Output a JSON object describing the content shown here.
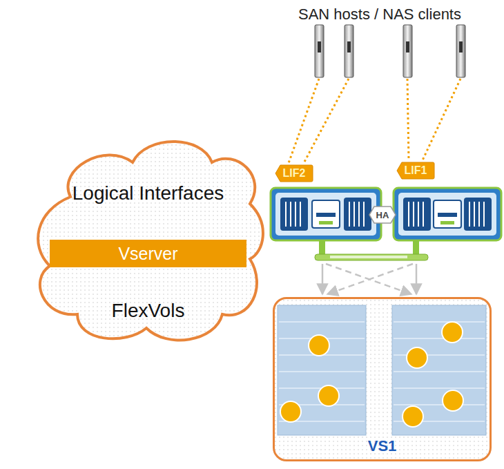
{
  "diagram": {
    "nodes": [
      {
        "text": [
          "Logical Interfaces",
          "FlexVols"
        ]
      },
      {
        "text": [
          "Vserver"
        ],
        "in": 0
      },
      {
        "text": [
          "LIF2"
        ]
      },
      {
        "text": [
          "LIF1"
        ]
      },
      {
        "text": [
          "HA"
        ]
      },
      {
        "text": [
          "VS1"
        ]
      }
    ],
    "labels": [
      "SAN hosts / NAS clients"
    ]
  }
}
